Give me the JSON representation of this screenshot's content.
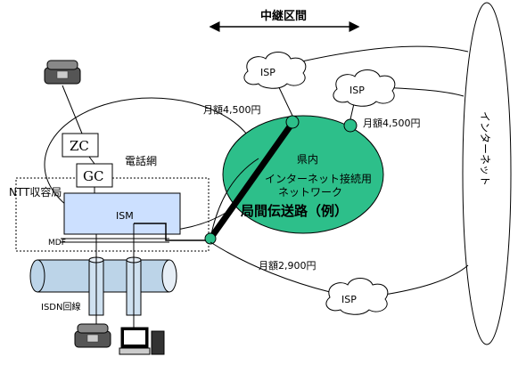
{
  "header": {
    "relay_section": "中継区間"
  },
  "network": {
    "phone_network": "電話網",
    "ntt_office": "NTT収容局",
    "zc": "ZC",
    "gc": "GC",
    "ism": "ISM",
    "mdf": "MDF",
    "isdn_line": "ISDN回線"
  },
  "prefecture_network": {
    "title": "県内",
    "line1": "インターネット接続用",
    "line2": "ネットワーク"
  },
  "transmission": {
    "label": "局間伝送路（例）"
  },
  "isp": {
    "top_left": "ISP",
    "top_right": "ISP",
    "bottom": "ISP"
  },
  "fees": {
    "fee_left": "月額4,500円",
    "fee_right": "月額4,500円",
    "fee_bottom": "月額2,900円"
  },
  "internet": {
    "label": "インターネット"
  },
  "colors": {
    "green": "#2dbf8a",
    "ism_fill": "#cce0ff",
    "cylinder_fill": "#bcd4e8"
  }
}
